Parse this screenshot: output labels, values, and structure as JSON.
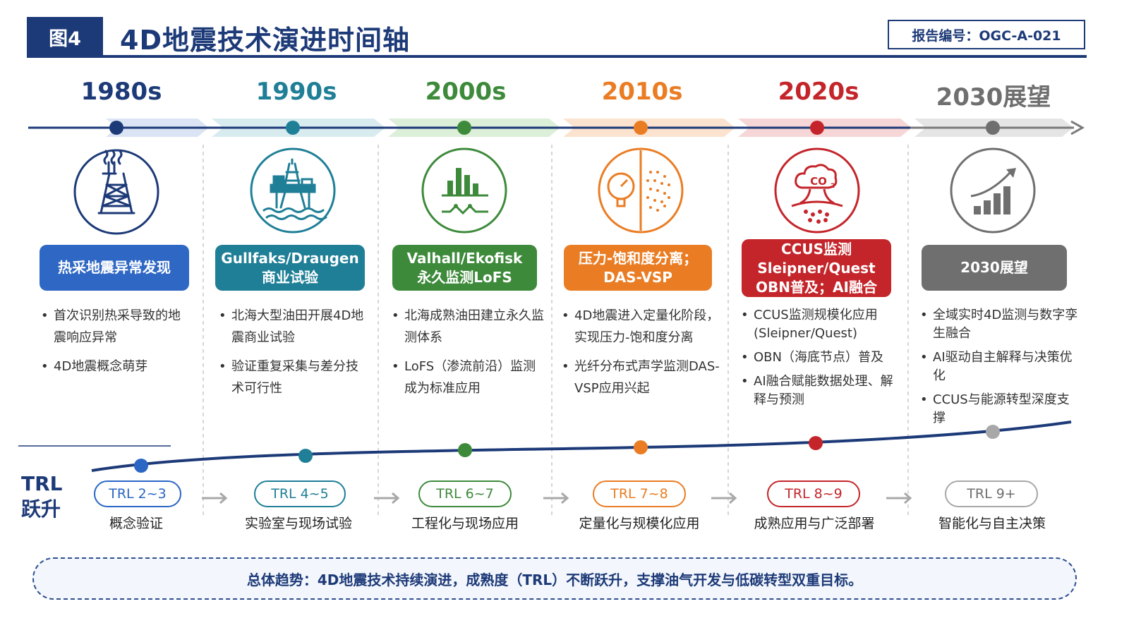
{
  "header": {
    "figure_label": "图4",
    "title": "4D地震技术演进时间轴",
    "report_number": "报告编号：OGC-A-021"
  },
  "eras": [
    {
      "year": "1980s",
      "color": "#1d3a78",
      "icon": "oil-derrick-icon",
      "card_lines": [
        "热采地震异常发现"
      ],
      "bullets": [
        "首次识别热采导致的地震响应异常",
        "4D地震概念萌芽"
      ],
      "trl": "TRL 2~3",
      "trl_desc": "概念验证"
    },
    {
      "year": "1990s",
      "color": "#1f7f97",
      "icon": "offshore-platform-icon",
      "card_lines": [
        "Gullfaks/Draugen",
        "商业试验"
      ],
      "bullets": [
        "北海大型油田开展4D地震商业试验",
        "验证重复采集与差分技术可行性"
      ],
      "trl": "TRL 4~5",
      "trl_desc": "实验室与现场试验"
    },
    {
      "year": "2000s",
      "color": "#3e8a3b",
      "icon": "monitoring-chart-icon",
      "card_lines": [
        "Valhall/Ekofisk",
        "永久监测LoFS"
      ],
      "bullets": [
        "北海成熟油田建立永久监测体系",
        "LoFS（渗流前沿）监测成为标准应用"
      ],
      "trl": "TRL 6~7",
      "trl_desc": "工程化与现场应用"
    },
    {
      "year": "2010s",
      "color": "#ea7d24",
      "icon": "pressure-gauge-icon",
      "card_lines": [
        "压力-饱和度分离；",
        "DAS-VSP"
      ],
      "bullets": [
        "4D地震进入定量化阶段，实现压力-饱和度分离",
        "光纤分布式声学监测DAS-VSP应用兴起"
      ],
      "trl": "TRL 7~8",
      "trl_desc": "定量化与规模化应用"
    },
    {
      "year": "2020s",
      "color": "#c4252a",
      "icon": "co2-storage-icon",
      "card_lines": [
        "CCUS监测",
        "Sleipner/Quest",
        "OBN普及；AI融合"
      ],
      "bullets": [
        "CCUS监测规模化应用(Sleipner/Quest)",
        "OBN（海底节点）普及",
        "AI融合赋能数据处理、解释与预测"
      ],
      "trl": "TRL 8~9",
      "trl_desc": "成熟应用与广泛部署"
    },
    {
      "year": "2030展望",
      "color": "#6f6f6f",
      "icon": "growth-chart-icon",
      "card_lines": [
        "2030展望"
      ],
      "bullets": [
        "全域实时4D监测与数字孪生融合",
        "AI驱动自主解释与决策优化",
        "CCUS与能源转型深度支撑"
      ],
      "trl": "TRL 9+",
      "trl_desc": "智能化与自主决策"
    }
  ],
  "trl_axis_label": [
    "TRL",
    "跃升"
  ],
  "summary": "总体趋势：4D地震技术持续演进，成熟度（TRL）不断跃升，支撑油气开发与低碳转型双重目标。"
}
